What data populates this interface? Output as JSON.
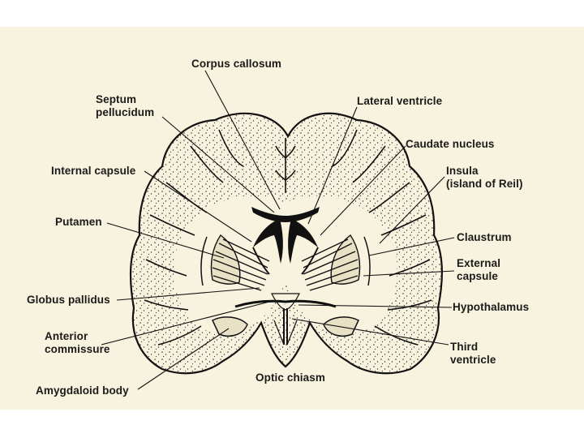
{
  "background_color": "#f8f3de",
  "ink_color": "#1a1a1a",
  "labels": {
    "corpus_callosum": "Corpus callosum",
    "septum_pellucidum": "Septum\npellucidum",
    "lateral_ventricle": "Lateral ventricle",
    "caudate_nucleus": "Caudate nucleus",
    "internal_capsule": "Internal capsule",
    "insula": "Insula\n(island of Reil)",
    "putamen": "Putamen",
    "claustrum": "Claustrum",
    "external_capsule": "External\ncapsule",
    "globus_pallidus": "Globus pallidus",
    "hypothalamus": "Hypothalamus",
    "anterior_commissure": "Anterior\ncommissure",
    "third_ventricle": "Third\nventricle",
    "optic_chiasm": "Optic chiasm",
    "amygdaloid_body": "Amygdaloid body"
  }
}
